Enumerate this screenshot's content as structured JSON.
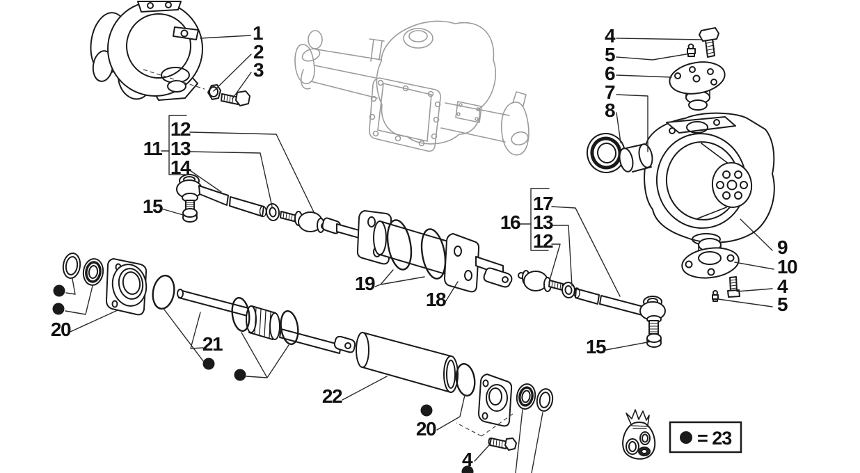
{
  "figure": {
    "kind": "exploded-parts-diagram",
    "background": "#ffffff",
    "line_color": "#1a1a1a",
    "ghost_part_color": "#9b9b9b",
    "service_dot_color": "#1a1a1a"
  },
  "callouts": [
    "1",
    "2",
    "3",
    "4",
    "5",
    "6",
    "7",
    "8",
    "9",
    "10",
    "4",
    "5",
    "11",
    "12",
    "13",
    "14",
    "15",
    "16",
    "17",
    "13",
    "12",
    "19",
    "18",
    "20",
    "21",
    "22",
    "20",
    "4",
    "15"
  ],
  "legend": {
    "symbol": "black-dot",
    "text": "= 23"
  }
}
